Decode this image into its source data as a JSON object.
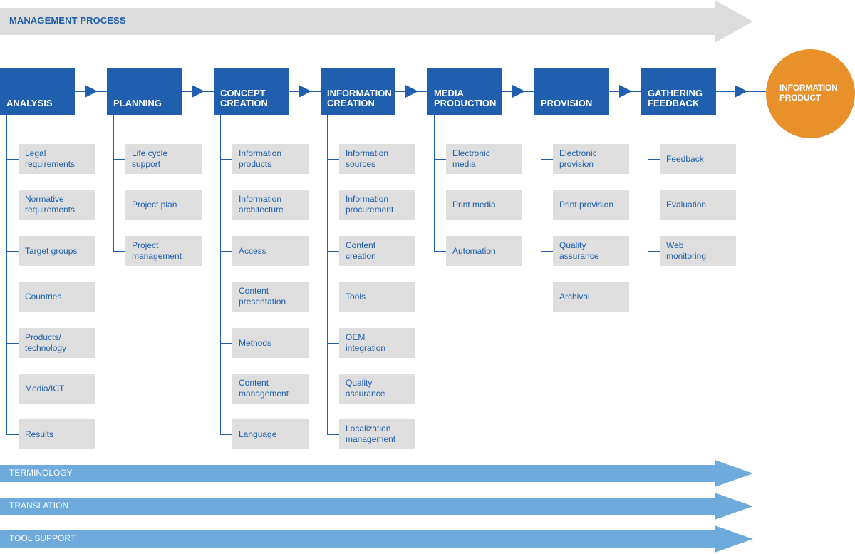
{
  "management": {
    "label": "MANAGEMENT PROCESS"
  },
  "stages": [
    {
      "title": "ANALYSIS",
      "items": [
        "Legal\nrequirements",
        "Normative\nrequirements",
        "Target groups",
        "Countries",
        "Products/\ntechnology",
        "Media/ICT",
        "Results"
      ]
    },
    {
      "title": "PLANNING",
      "items": [
        "Life cycle\nsupport",
        "Project plan",
        "Project\nmanagement"
      ]
    },
    {
      "title": "CONCEPT\nCREATION",
      "items": [
        "Information\nproducts",
        "Information\narchitecture",
        "Access",
        "Content\npresentation",
        "Methods",
        "Content\nmanagement",
        "Language"
      ]
    },
    {
      "title": "INFORMATION\nCREATION",
      "items": [
        "Information\nsources",
        "Information\nprocurement",
        "Content\ncreation",
        "Tools",
        "OEM\nintegration",
        "Quality\nassurance",
        "Localization\nmanagement"
      ]
    },
    {
      "title": "MEDIA\nPRODUCTION",
      "items": [
        "Electronic\nmedia",
        "Print media",
        "Automation"
      ]
    },
    {
      "title": "PROVISION",
      "items": [
        "Electronic\nprovision",
        "Print provision",
        "Quality\nassurance",
        "Archival"
      ]
    },
    {
      "title": "GATHERING\nFEEDBACK",
      "items": [
        "Feedback",
        "Evaluation",
        "Web\nmonitoring"
      ]
    }
  ],
  "product": {
    "label": "INFORMATION\nPRODUCT"
  },
  "support": [
    "TERMINOLOGY",
    "TRANSLATION",
    "TOOL SUPPORT"
  ],
  "colors": {
    "blue": "#1f5fae",
    "item_bg": "#dedede",
    "orange": "#e8902a",
    "light_blue": "#6eaadc",
    "gray_arrow": "#dcdcdc"
  }
}
